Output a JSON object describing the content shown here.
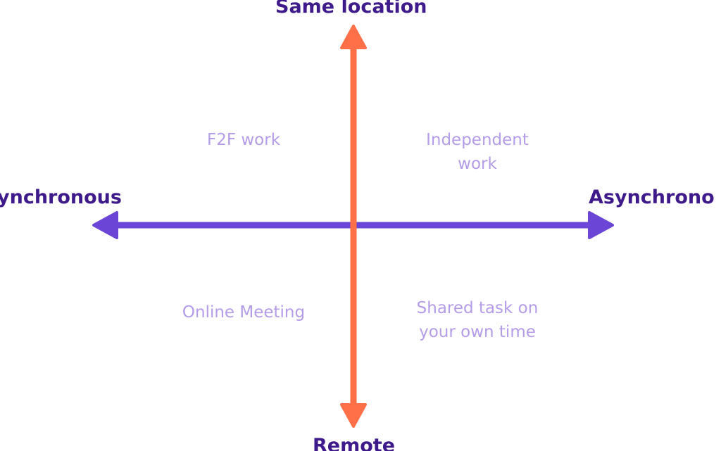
{
  "axes": {
    "top": "Same location",
    "bottom": "Remote",
    "left": "ynchronous",
    "right": "Asynchrono",
    "horizontal_color": "#6a45d6",
    "vertical_color": "#ff7048"
  },
  "quadrants": {
    "top_left": {
      "lines": [
        "F2F work"
      ]
    },
    "top_right": {
      "lines": [
        "Independent",
        "work"
      ]
    },
    "bottom_left": {
      "lines": [
        "Online Meeting"
      ]
    },
    "bottom_right": {
      "lines": [
        "Shared task on",
        "your own time"
      ]
    }
  },
  "colors": {
    "axis_label": "#3f1a8a",
    "quadrant_label": "#b49ce8"
  }
}
